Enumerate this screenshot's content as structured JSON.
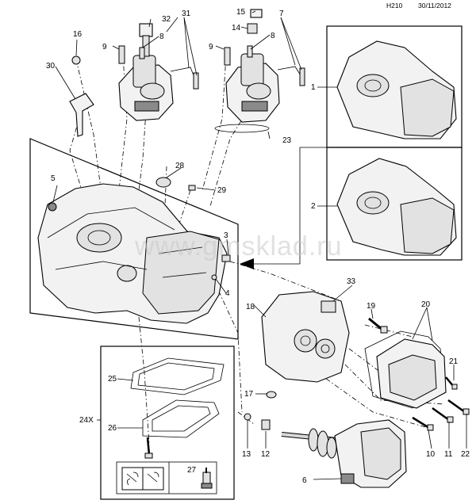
{
  "header": {
    "code": "H210",
    "date": "30/11/2012"
  },
  "watermark": "www.gmsklad.ru",
  "callouts": {
    "c1": "1",
    "c2": "2",
    "c3": "3",
    "c4": "4",
    "c5": "5",
    "c6": "6",
    "c7": "7",
    "c8a": "8",
    "c8b": "8",
    "c9a": "9",
    "c9b": "9",
    "c10": "10",
    "c11": "11",
    "c12": "12",
    "c13": "13",
    "c14": "14",
    "c15": "15",
    "c16": "16",
    "c17": "17",
    "c18": "18",
    "c19": "19",
    "c20": "20",
    "c21": "21",
    "c22": "22",
    "c23": "23",
    "c24": "24X",
    "c25": "25",
    "c26": "26",
    "c27": "27",
    "c28": "28",
    "c29": "29",
    "c30": "30",
    "c31": "31",
    "c32": "32",
    "c33": "33"
  }
}
